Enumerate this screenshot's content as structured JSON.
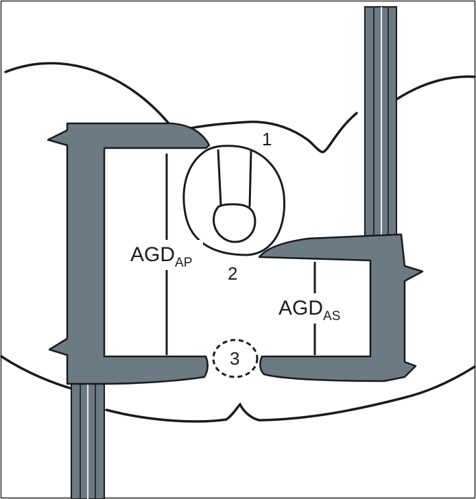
{
  "labels": {
    "point_1": "1",
    "point_2": "2",
    "point_3": "3",
    "agd_ap_main": "AGD",
    "agd_ap_sub": "AP",
    "agd_as_main": "AGD",
    "agd_as_sub": "AS"
  },
  "colors": {
    "caliper_fill": "#6b7a83",
    "caliper_dark": "#4e5b63",
    "outline": "#1a1a1a",
    "background": "#ffffff"
  }
}
